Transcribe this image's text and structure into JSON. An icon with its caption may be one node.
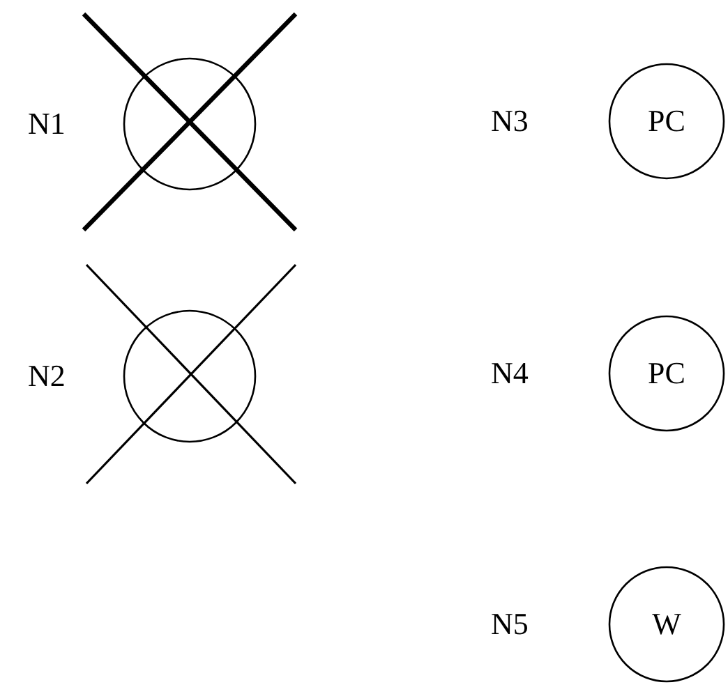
{
  "diagram": {
    "nodes": [
      {
        "text": [],
        "shape": "circle",
        "beside": [
          "N1"
        ]
      },
      {
        "text": [],
        "shape": "circle",
        "beside": [
          "N2"
        ]
      },
      {
        "text": [
          "PC"
        ],
        "beside": [
          "N3"
        ]
      },
      {
        "text": [
          "PC"
        ],
        "beside": [
          "N4"
        ]
      },
      {
        "text": [
          "W"
        ],
        "beside": [
          "N5"
        ]
      }
    ]
  }
}
